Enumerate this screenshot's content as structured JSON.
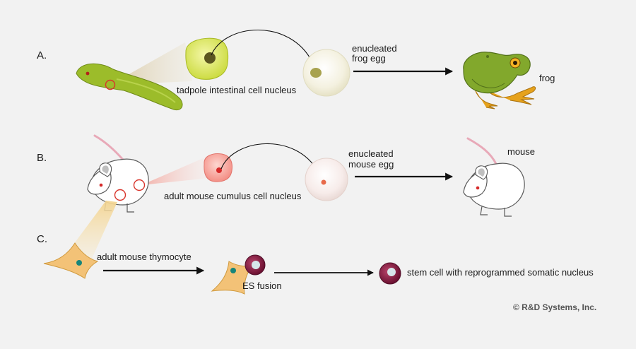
{
  "rows": {
    "a": {
      "letter": "A.",
      "donor_label": "tadpole intestinal cell nucleus",
      "egg_label_line1": "enucleated",
      "egg_label_line2": "frog egg",
      "result_label": "frog"
    },
    "b": {
      "letter": "B.",
      "donor_label": "adult mouse cumulus cell nucleus",
      "egg_label_line1": "enucleated",
      "egg_label_line2": "mouse egg",
      "result_label": "mouse"
    },
    "c": {
      "letter": "C.",
      "donor_label": "adult mouse thymocyte",
      "fusion_label": "ES fusion",
      "result_label": "stem cell with reprogrammed somatic nucleus"
    }
  },
  "copyright": "© R&D Systems, Inc.",
  "colors": {
    "background": "#f2f2f2",
    "tadpole": "#9cbc2a",
    "frog_cell": "#e4ef7a",
    "mouse_cell": "#f7a8a0",
    "nucleus_red": "#e0362b",
    "thymocyte": "#f3c277",
    "thymocyte_nucleus": "#16857a",
    "stem_cell": "#8a1f45",
    "arrow": "#111111"
  },
  "icons": [
    "tadpole-icon",
    "frog-icon",
    "mouse-icon",
    "cell-icon",
    "egg-icon"
  ]
}
